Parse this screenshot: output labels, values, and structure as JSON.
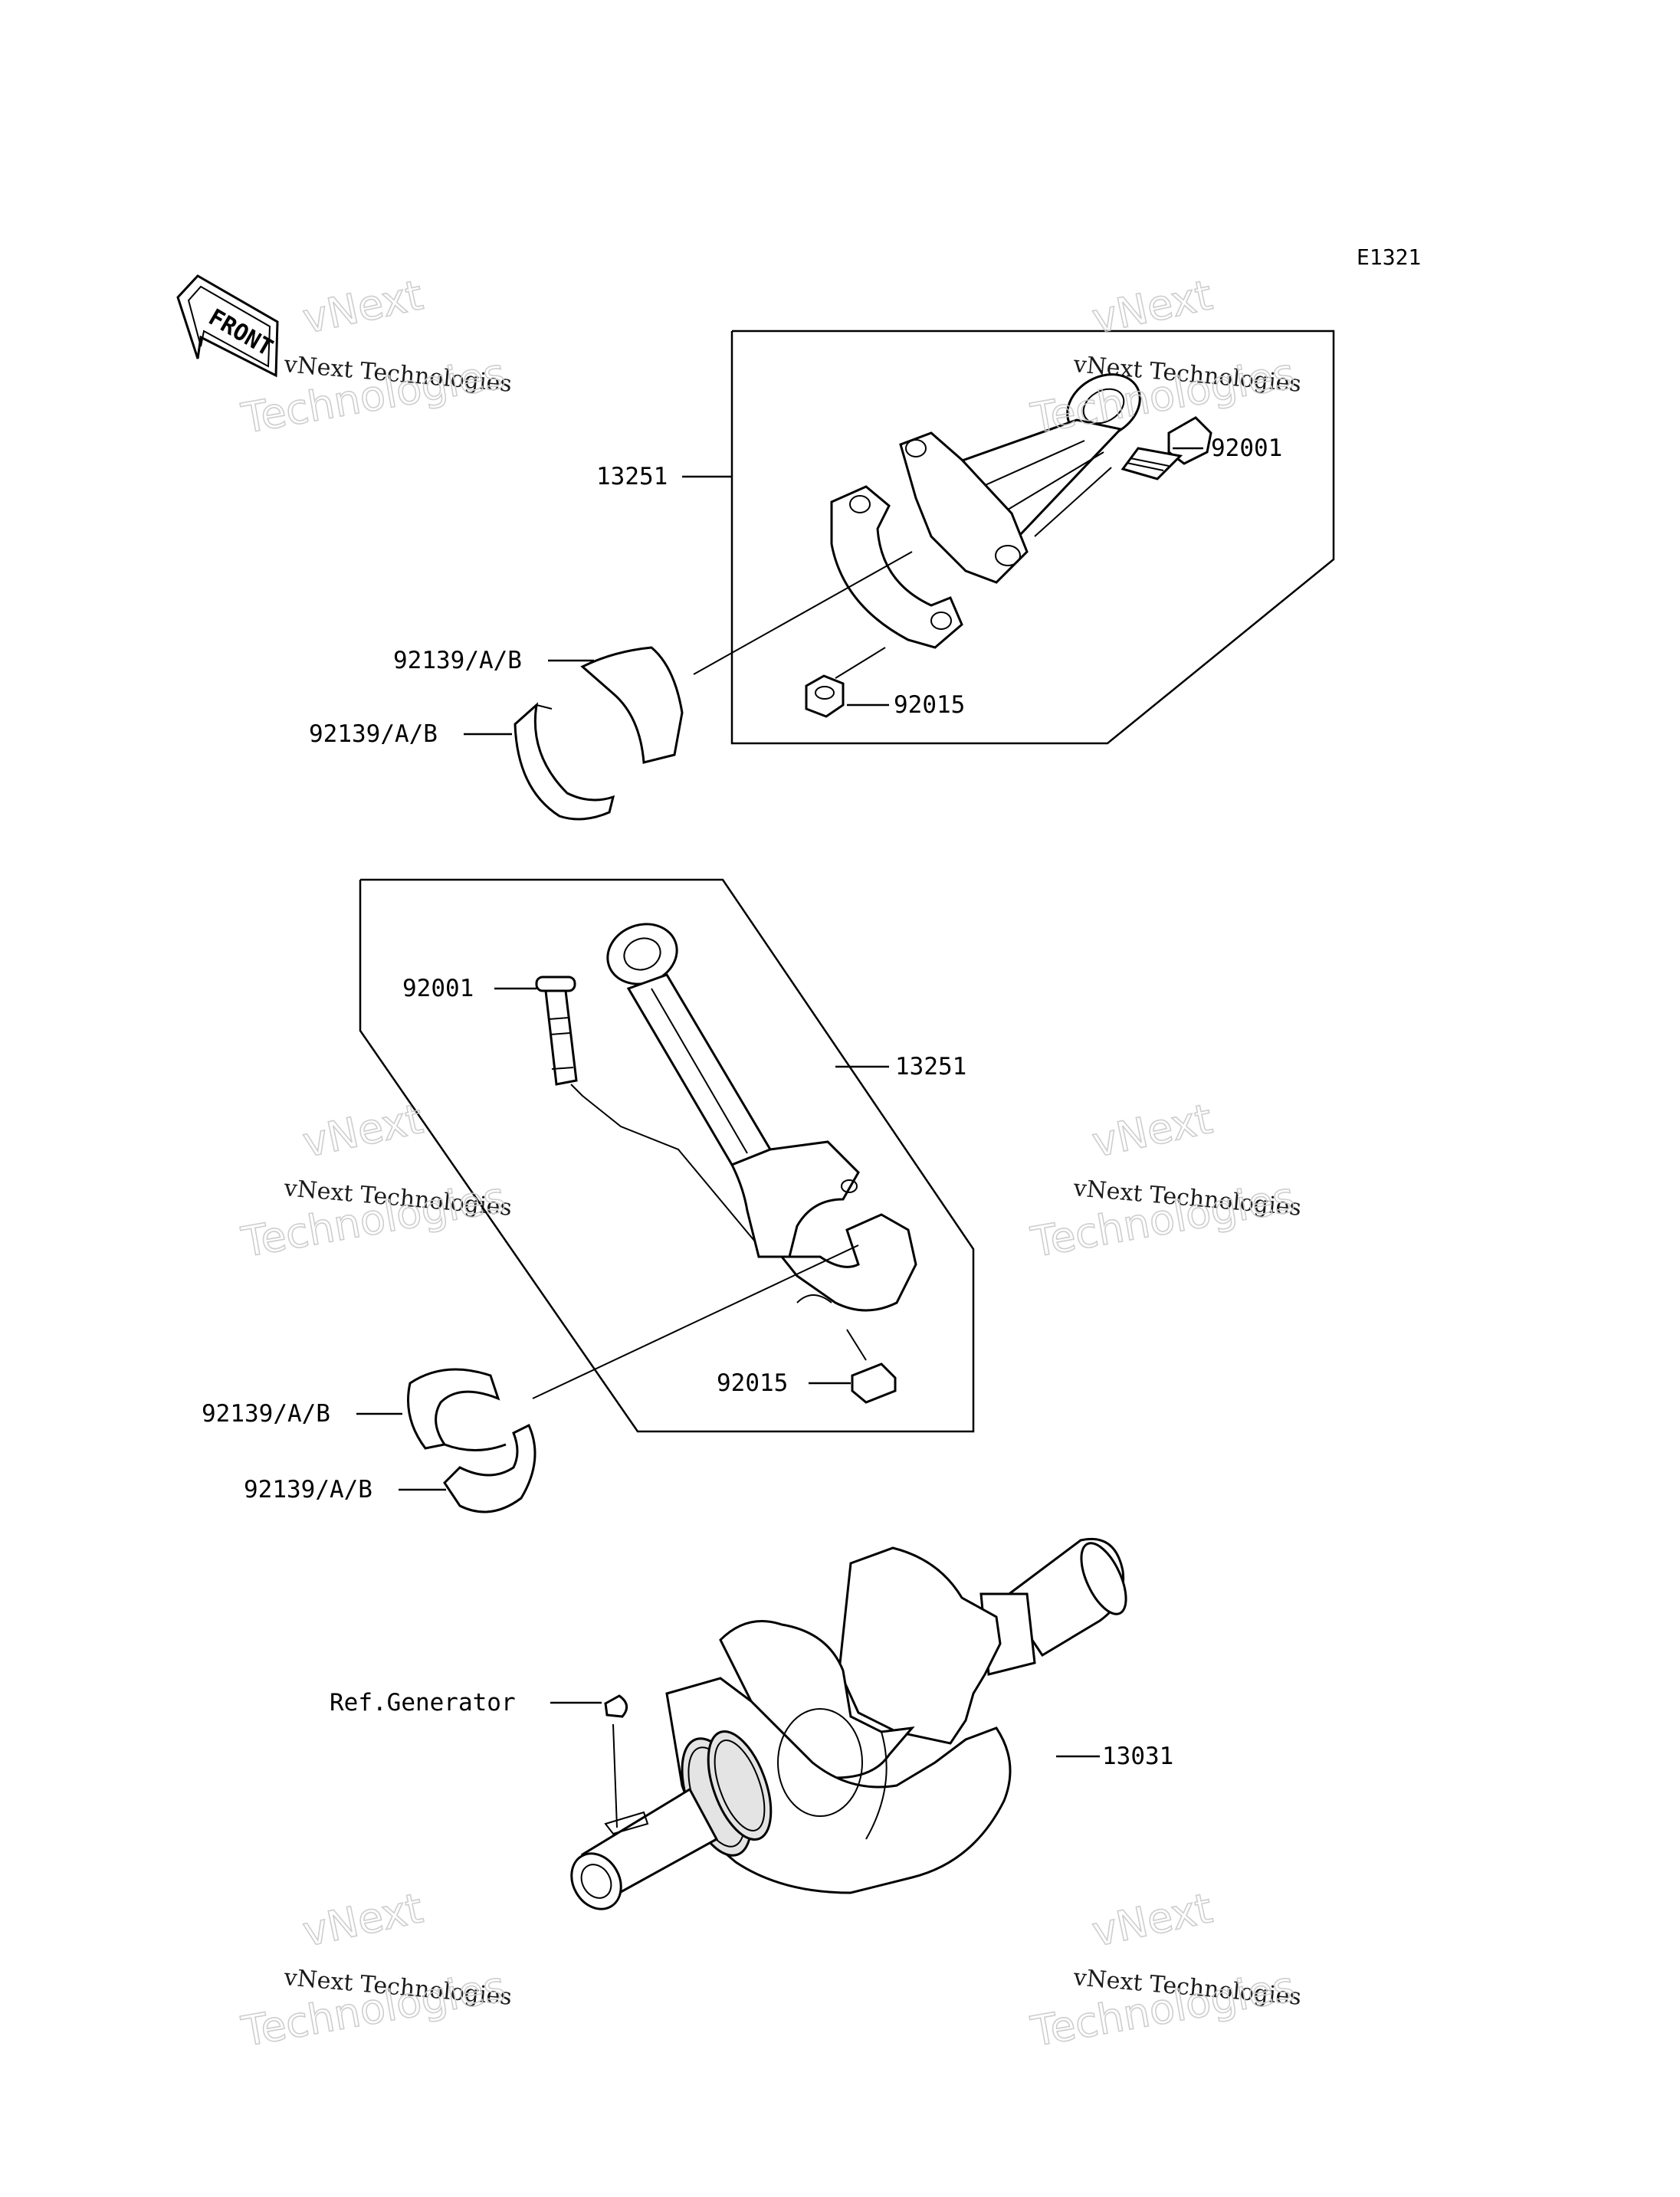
{
  "diagram_code": "E1321",
  "front_marker": {
    "text": "FRONT",
    "icon": "front-arrow-icon"
  },
  "groups": [
    {
      "name": "connecting-rod-kit-upper",
      "labels": {
        "rod": "13251",
        "bolt": "92001",
        "nut": "92015",
        "bearing_upper": "92139/A/B",
        "bearing_lower": "92139/A/B"
      }
    },
    {
      "name": "connecting-rod-kit-lower",
      "labels": {
        "rod": "13251",
        "bolt": "92001",
        "nut": "92015",
        "bearing_upper": "92139/A/B",
        "bearing_lower": "92139/A/B"
      }
    }
  ],
  "crankshaft": {
    "part": "13031",
    "key_ref": "Ref.Generator"
  },
  "watermark": {
    "line1": "vNext",
    "line2": "vNext Technologies",
    "line3": "Technologies"
  }
}
